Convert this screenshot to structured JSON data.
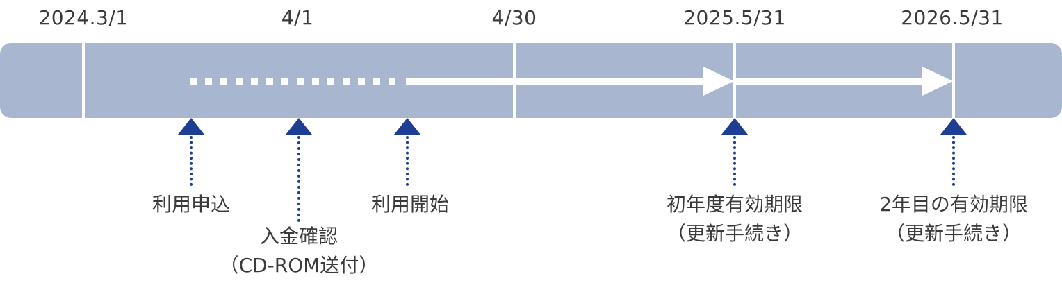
{
  "dates": [
    "2024.3/1",
    "4/1",
    "4/30",
    "2025.5/31",
    "2026.5/31"
  ],
  "events": [
    {
      "line1": "利用申込",
      "line2": ""
    },
    {
      "line1": "入金確認",
      "line2": "（CD-ROM送付）"
    },
    {
      "line1": "利用開始",
      "line2": ""
    },
    {
      "line1": "初年度有効期限",
      "line2": "（更新手続き）"
    },
    {
      "line1": "2年目の有効期限",
      "line2": "（更新手続き）"
    }
  ],
  "colors": {
    "bar": "#a8b6d0",
    "marker": "#1d3e93",
    "text": "#3a3a3a",
    "arrow": "#ffffff"
  }
}
